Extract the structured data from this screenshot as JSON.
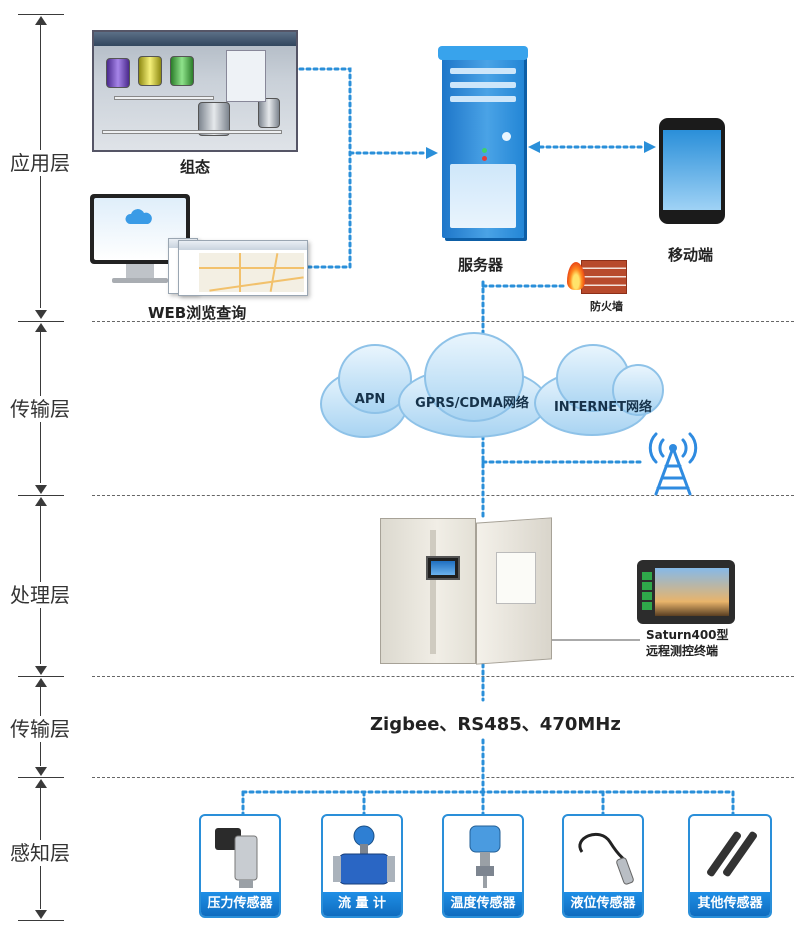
{
  "layers": [
    {
      "label": "应用层"
    },
    {
      "label": "传输层"
    },
    {
      "label": "处理层"
    },
    {
      "label": "传输层"
    },
    {
      "label": "感知层"
    }
  ],
  "application": {
    "scada_label": "组态",
    "web_label": "WEB浏览查询",
    "server_label": "服务器",
    "mobile_label": "移动端",
    "firewall_label": "防火墙"
  },
  "network": {
    "clouds": [
      "APN",
      "GPRS/CDMA网络",
      "INTERNET网络"
    ]
  },
  "processing": {
    "terminal_label_line1": "Saturn400型",
    "terminal_label_line2": "远程测控终端"
  },
  "transport": {
    "protocols": "Zigbee、RS485、470MHz"
  },
  "sensors": [
    {
      "label": "压力传感器"
    },
    {
      "label": "流 量 计"
    },
    {
      "label": "温度传感器"
    },
    {
      "label": "液位传感器"
    },
    {
      "label": "其他传感器"
    }
  ],
  "colors": {
    "link": "#2a8fd9",
    "axis": "#3a3a3a",
    "sensor_label_bg": "#1f8fe6"
  }
}
